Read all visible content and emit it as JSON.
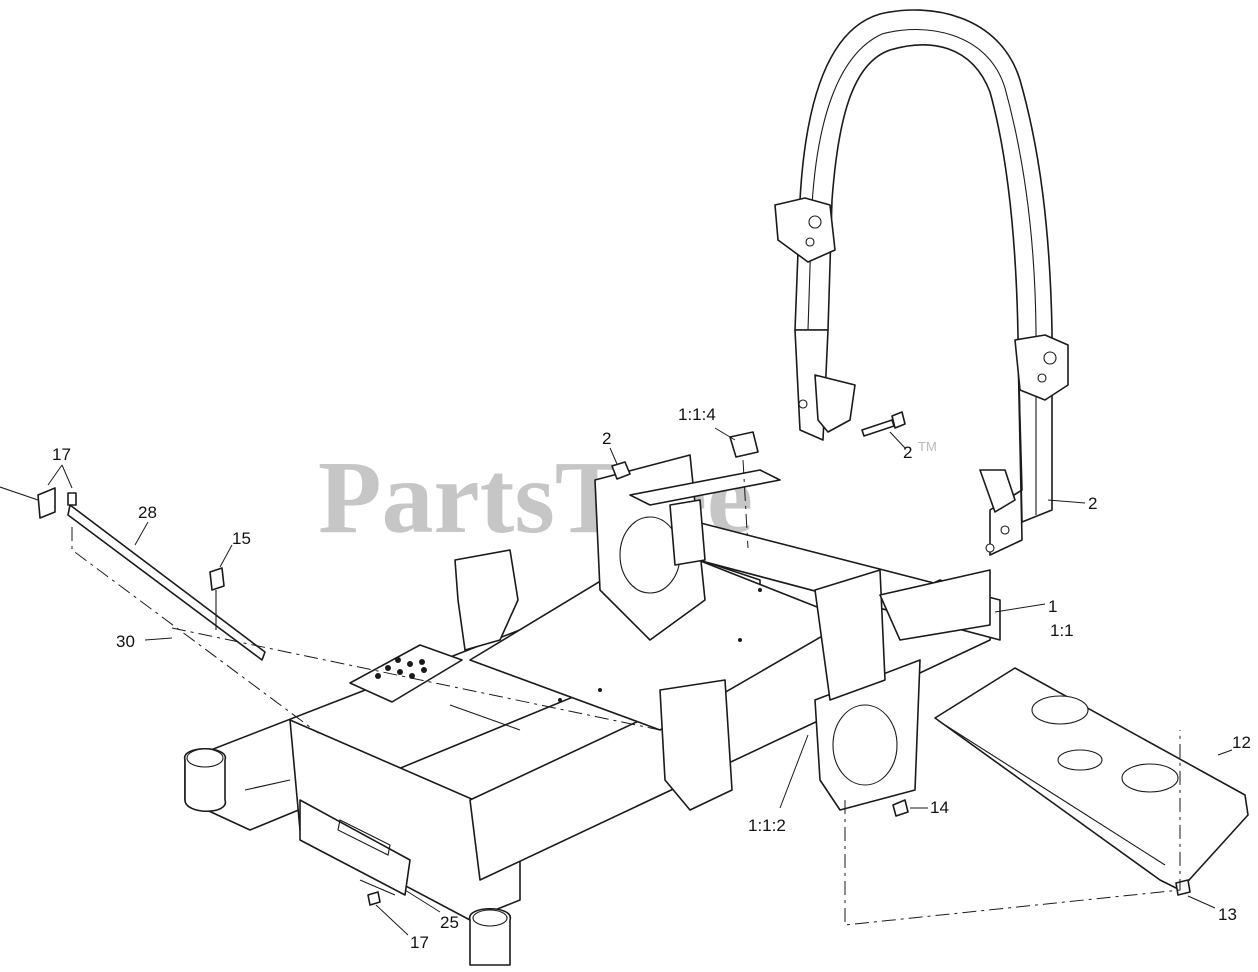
{
  "watermark": {
    "text": "PartsTree",
    "mark": "TM"
  },
  "callouts": {
    "c17a": "17",
    "c28": "28",
    "c15": "15",
    "c30": "30",
    "c2a": "2",
    "c114": "1:1:4",
    "c2b": "2",
    "c2c": "2",
    "c1": "1",
    "c11": "1:1",
    "c12": "12",
    "c112": "1:1:2",
    "c14": "14",
    "c13": "13",
    "c25": "25",
    "c17b": "17"
  }
}
